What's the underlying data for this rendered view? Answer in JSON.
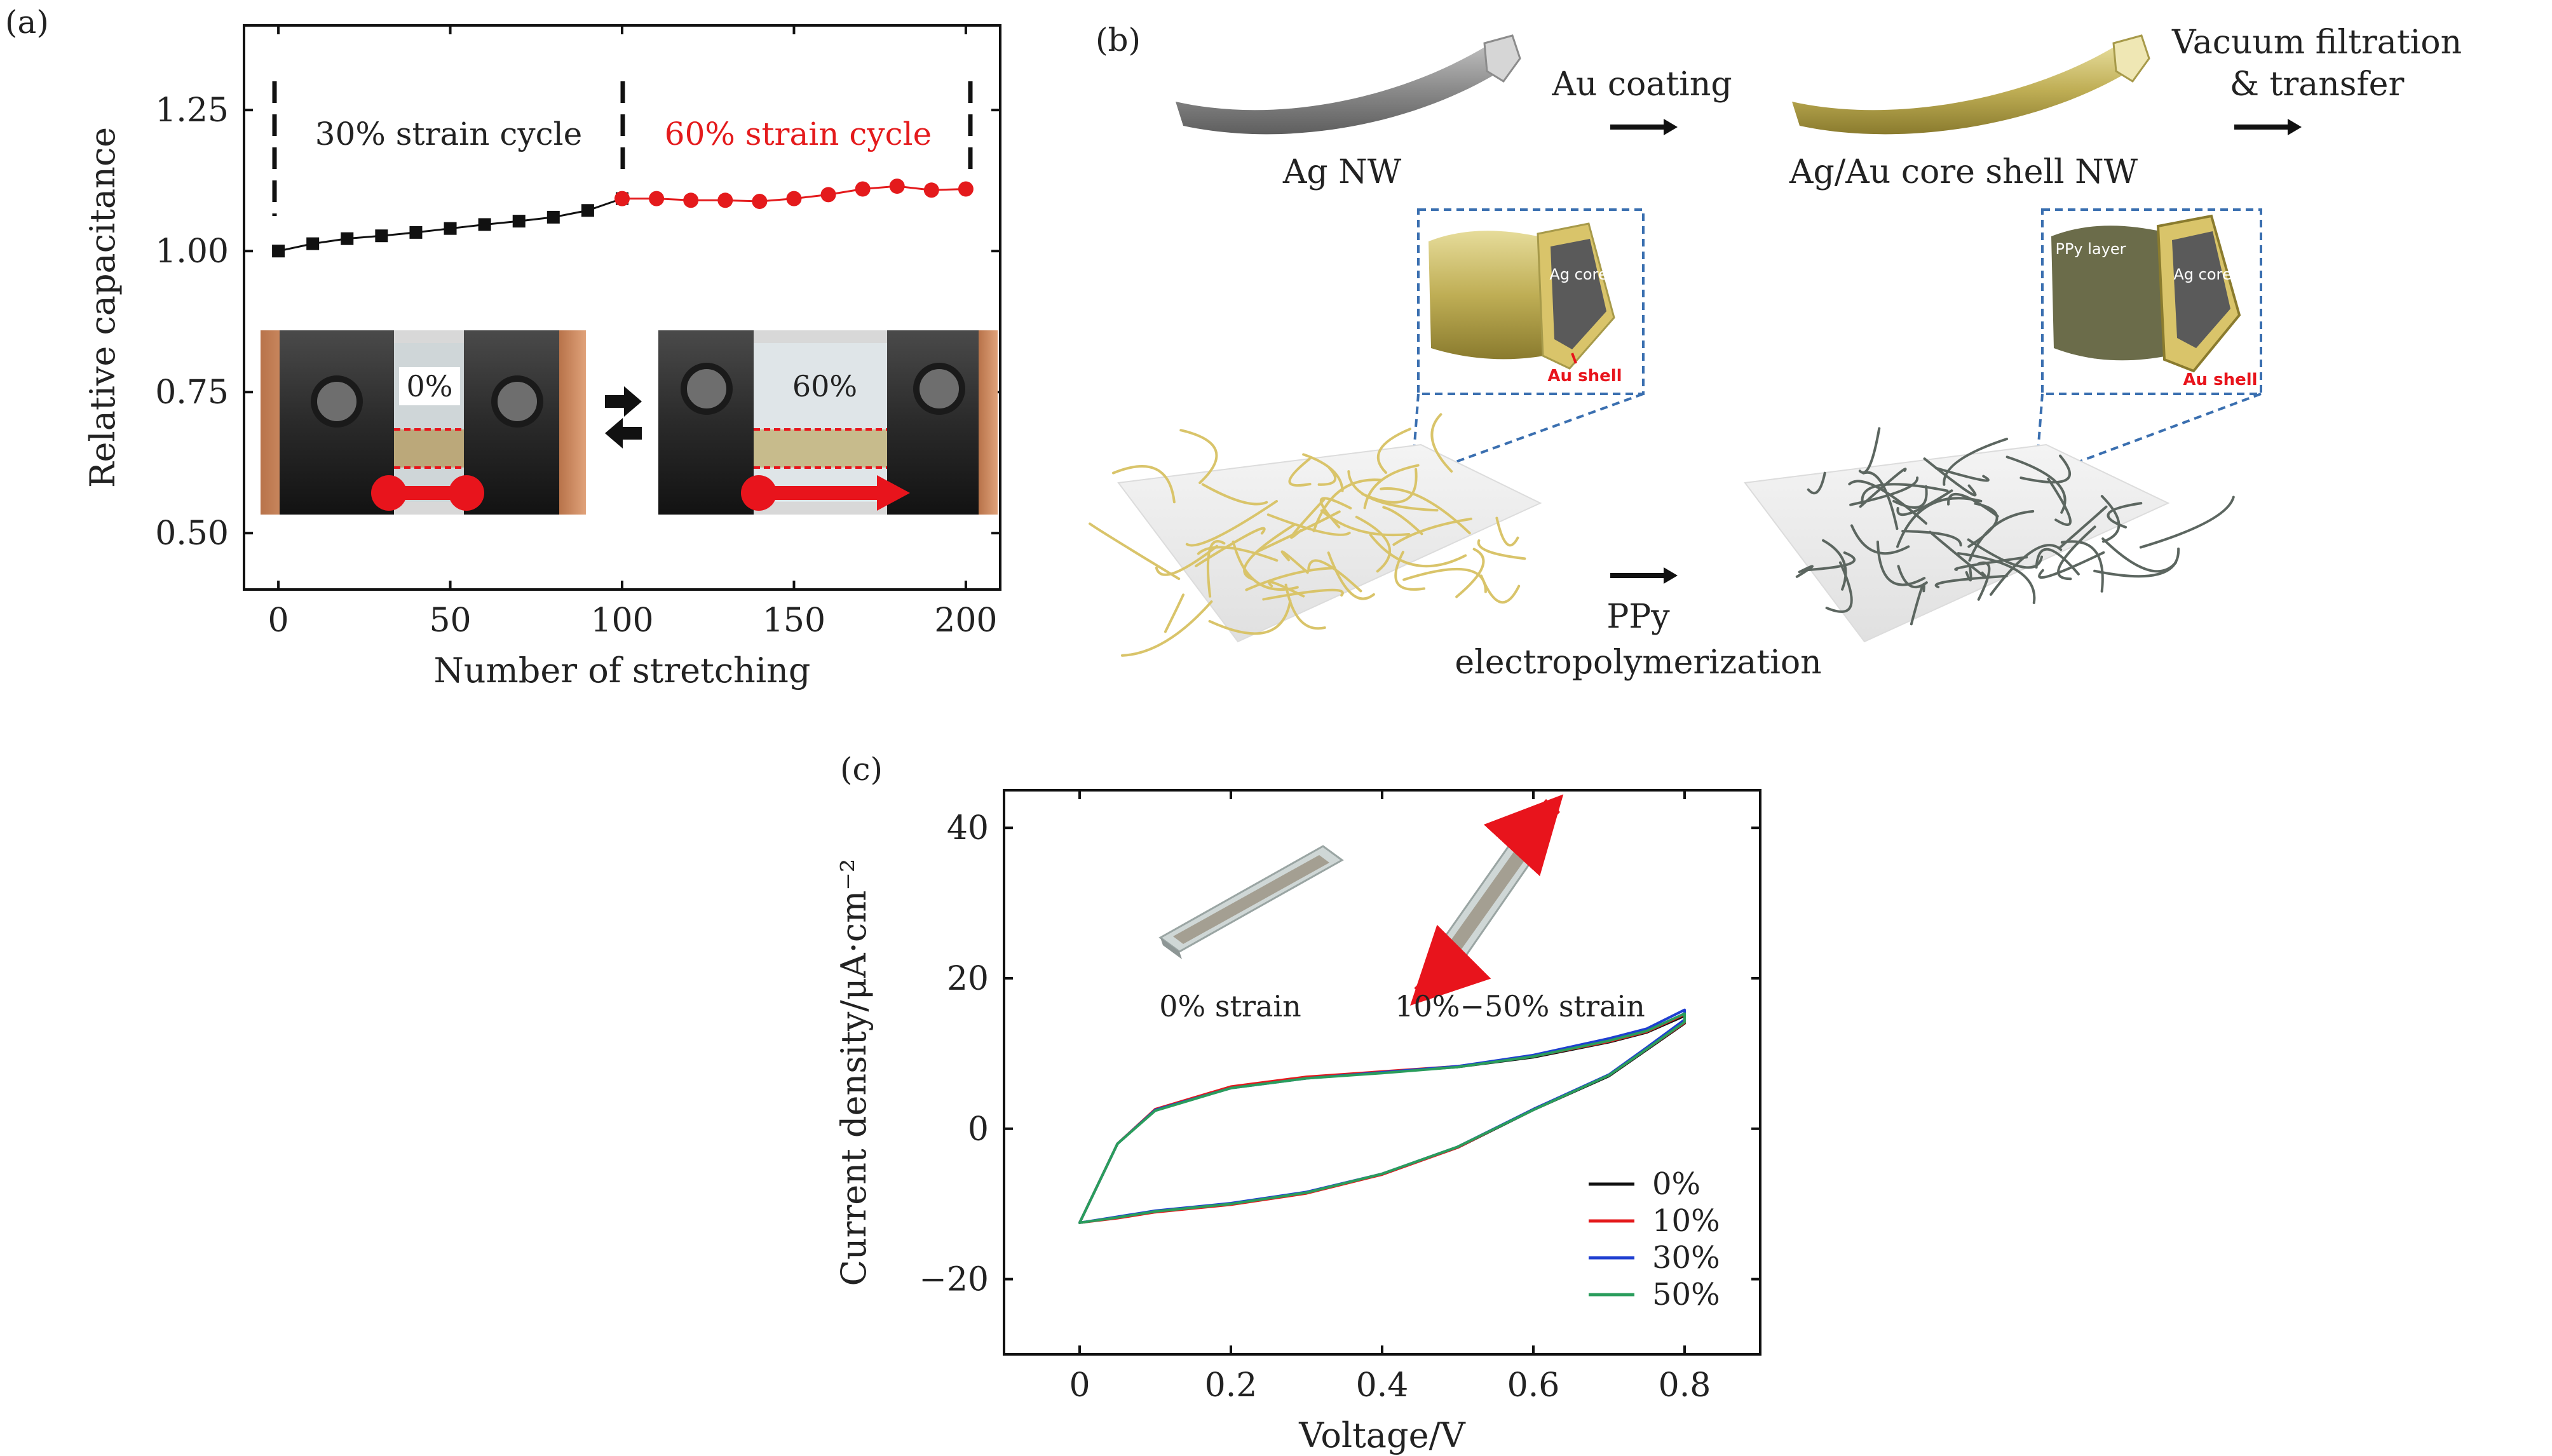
{
  "panel_a": {
    "label": "(a)",
    "annotations": {
      "cycle30": "30% strain cycle",
      "cycle60": "60% strain cycle"
    },
    "photo_left_label": "0%",
    "photo_right_label": "60%"
  },
  "panel_b": {
    "label": "(b)",
    "ag_nw": "Ag NW",
    "au_coating": "Au coating",
    "core_shell": "Ag/Au core shell NW",
    "vacuum_1": "Vacuum filtration",
    "vacuum_2": "& transfer",
    "ppy_1": "PPy",
    "ppy_2": "electropolymerization",
    "inset1_core": "Ag core",
    "inset1_shell": "Au shell",
    "inset2_layer": "PPy layer",
    "inset2_core": "Ag core",
    "inset2_shell": "Au shell"
  },
  "panel_c": {
    "label": "(c)",
    "inset_left": "0% strain",
    "inset_right": "10%−50% strain"
  },
  "colors": {
    "black": "#111111",
    "red": "#e41a1c",
    "blue": "#1f3fd1",
    "green": "#2a9d5c",
    "gold": "#d9c46a",
    "steel": "#3a6fb0"
  },
  "chart_data": [
    {
      "type": "scatter",
      "xlabel": "Number of stretching",
      "ylabel": "Relative capacitance",
      "xlim": [
        -10,
        210
      ],
      "ylim": [
        0.4,
        1.4
      ],
      "xticks": [
        0,
        50,
        100,
        150,
        200
      ],
      "yticks": [
        0.5,
        0.75,
        1.0,
        1.25
      ],
      "xtick_labels": [
        "0",
        "50",
        "100",
        "150",
        "200"
      ],
      "ytick_labels": [
        "0.50",
        "0.75",
        "1.00",
        "1.25"
      ],
      "series": [
        {
          "color": "#111111",
          "marker": "square",
          "x": [
            0,
            10,
            20,
            30,
            40,
            50,
            60,
            70,
            80,
            90,
            100
          ],
          "y": [
            1.0,
            1.013,
            1.022,
            1.027,
            1.033,
            1.04,
            1.047,
            1.053,
            1.06,
            1.072,
            1.093
          ]
        },
        {
          "color": "#e41a1c",
          "marker": "circle",
          "x": [
            100,
            110,
            120,
            130,
            140,
            150,
            160,
            170,
            180,
            190,
            200
          ],
          "y": [
            1.093,
            1.093,
            1.09,
            1.09,
            1.088,
            1.093,
            1.1,
            1.11,
            1.115,
            1.108,
            1.11
          ]
        }
      ]
    },
    {
      "type": "line",
      "xlabel": "Voltage/V",
      "ylabel": "Current density/μA·cm⁻²",
      "xlim": [
        -0.1,
        0.9
      ],
      "ylim": [
        -30,
        45
      ],
      "xticks": [
        0,
        0.2,
        0.4,
        0.6,
        0.8
      ],
      "yticks": [
        -20,
        0,
        20,
        40
      ],
      "xtick_labels": [
        "0",
        "0.2",
        "0.4",
        "0.6",
        "0.8"
      ],
      "ytick_labels": [
        "−20",
        "0",
        "20",
        "40"
      ],
      "legend_position": "bottom-right",
      "series": [
        {
          "name": "0%",
          "color": "#111111",
          "scale": 1.0,
          "x": [
            0,
            0.05,
            0.1,
            0.2,
            0.3,
            0.4,
            0.5,
            0.6,
            0.7,
            0.75,
            0.8,
            0.8,
            0.75,
            0.7,
            0.6,
            0.5,
            0.4,
            0.3,
            0.2,
            0.1,
            0.05,
            0
          ],
          "y": [
            -12.5,
            -2,
            2.5,
            5.5,
            6.8,
            7.5,
            8.2,
            9.5,
            11.5,
            12.8,
            15,
            14,
            10.5,
            7,
            2.5,
            -2.5,
            -6,
            -8.5,
            -10,
            -11,
            -11.8,
            -12.5
          ]
        },
        {
          "name": "10%",
          "color": "#e41a1c",
          "scale": 1.01,
          "x": [
            0,
            0.05,
            0.1,
            0.2,
            0.3,
            0.4,
            0.5,
            0.6,
            0.7,
            0.75,
            0.8,
            0.8,
            0.75,
            0.7,
            0.6,
            0.5,
            0.4,
            0.3,
            0.2,
            0.1,
            0.05,
            0
          ],
          "y": [
            -12.5,
            -2,
            2.6,
            5.6,
            6.9,
            7.6,
            8.3,
            9.6,
            11.6,
            12.9,
            15.2,
            14.1,
            10.6,
            7.1,
            2.6,
            -2.5,
            -6.1,
            -8.6,
            -10.1,
            -11.1,
            -11.9,
            -12.5
          ]
        },
        {
          "name": "30%",
          "color": "#1f3fd1",
          "scale": 1.03,
          "x": [
            0,
            0.05,
            0.1,
            0.2,
            0.3,
            0.4,
            0.5,
            0.6,
            0.7,
            0.75,
            0.8,
            0.8,
            0.75,
            0.7,
            0.6,
            0.5,
            0.4,
            0.3,
            0.2,
            0.1,
            0.05,
            0
          ],
          "y": [
            -12.5,
            -2,
            2.5,
            5.4,
            6.7,
            7.5,
            8.3,
            9.8,
            12,
            13.3,
            15.8,
            14.5,
            10.8,
            7.2,
            2.6,
            -2.4,
            -6,
            -8.4,
            -9.9,
            -10.9,
            -11.7,
            -12.5
          ]
        },
        {
          "name": "50%",
          "color": "#2a9d5c",
          "scale": 1.02,
          "x": [
            0,
            0.05,
            0.1,
            0.2,
            0.3,
            0.4,
            0.5,
            0.6,
            0.7,
            0.75,
            0.8,
            0.8,
            0.75,
            0.7,
            0.6,
            0.5,
            0.4,
            0.3,
            0.2,
            0.1,
            0.05,
            0
          ],
          "y": [
            -12.5,
            -2,
            2.4,
            5.4,
            6.7,
            7.4,
            8.2,
            9.6,
            11.7,
            13,
            15.3,
            14.2,
            10.6,
            7.1,
            2.5,
            -2.4,
            -6,
            -8.5,
            -10,
            -11,
            -11.8,
            -12.5
          ]
        }
      ]
    }
  ]
}
